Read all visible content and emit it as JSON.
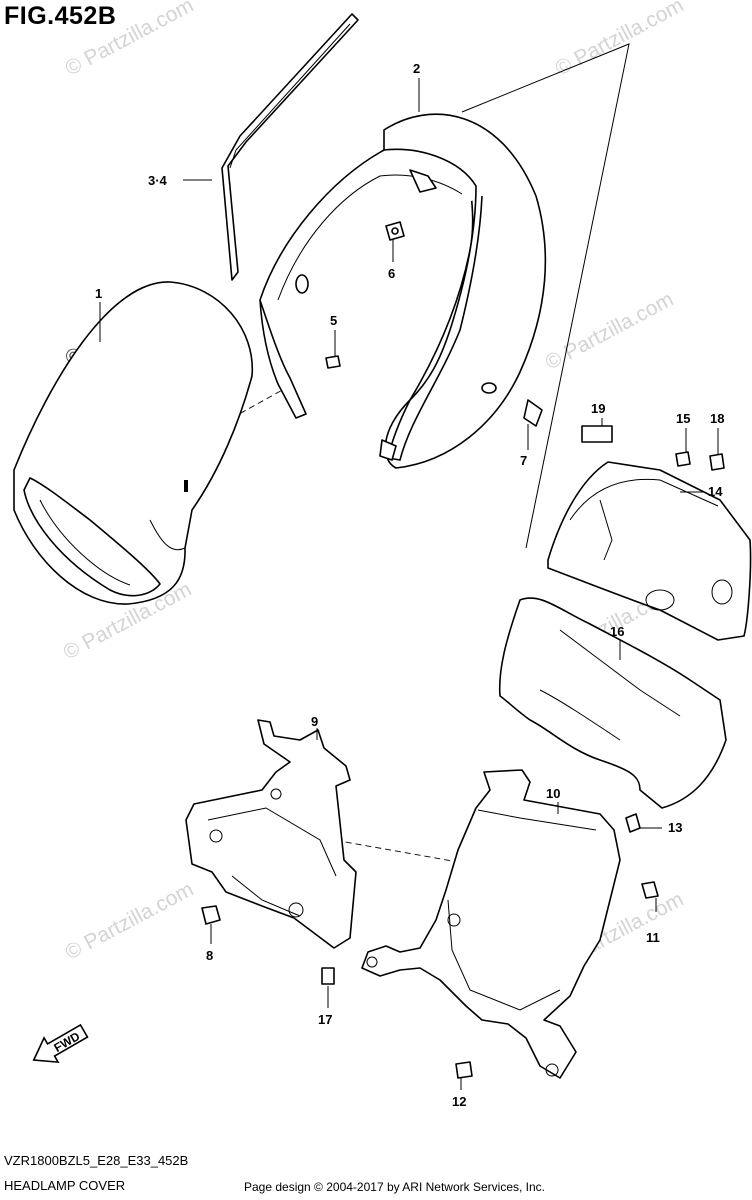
{
  "figure": {
    "title": "FIG.452B",
    "code": "VZR1800BZL5_E28_E33_452B",
    "name": "HEADLAMP COVER",
    "copyright": "Page design © 2004-2017 by ARI Network Services, Inc.",
    "fwd_label": "FWD"
  },
  "watermark": {
    "text": "© Partzilla.com"
  },
  "callouts": {
    "c1": "1",
    "c2": "2",
    "c34": "3·4",
    "c5": "5",
    "c6": "6",
    "c7": "7",
    "c8": "8",
    "c9": "9",
    "c10": "10",
    "c11": "11",
    "c12": "12",
    "c13": "13",
    "c14": "14",
    "c15": "15",
    "c16": "16",
    "c17": "17",
    "c18": "18",
    "c19": "19"
  }
}
